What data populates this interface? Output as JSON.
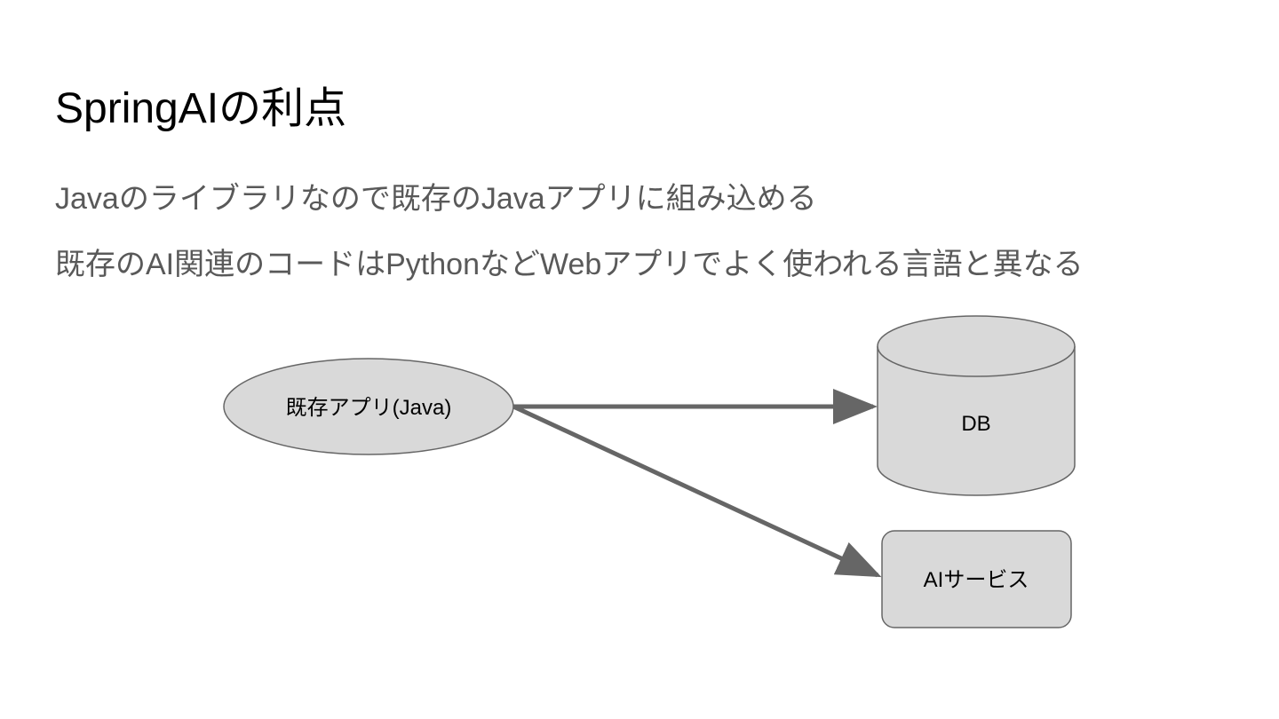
{
  "slide": {
    "title": "SpringAIの利点",
    "bullets": [
      "Javaのライブラリなので既存のJavaアプリに組み込める",
      "既存のAI関連のコードはPythonなどWebアプリでよく使われる言語と異なる"
    ]
  },
  "diagram": {
    "nodes": {
      "app": {
        "label": "既存アプリ(Java)",
        "shape": "ellipse"
      },
      "db": {
        "label": "DB",
        "shape": "cylinder"
      },
      "ai": {
        "label": "AIサービス",
        "shape": "rounded-rectangle"
      }
    },
    "edges": [
      {
        "from": "app",
        "to": "db"
      },
      {
        "from": "app",
        "to": "ai"
      }
    ],
    "colors": {
      "node_fill": "#d9d9d9",
      "node_stroke": "#666666",
      "edge": "#666666"
    }
  }
}
